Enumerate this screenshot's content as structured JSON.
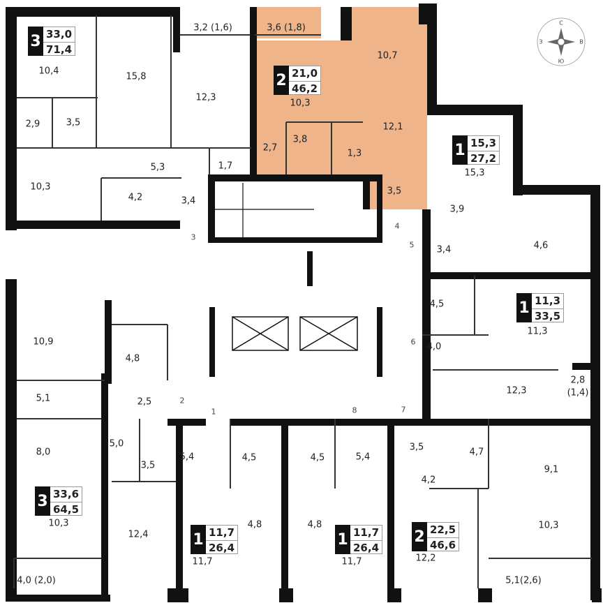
{
  "colors": {
    "highlight": "#f0b48a",
    "wall": "#111111"
  },
  "compass": {
    "icon": "compass-rose-icon",
    "north": "С",
    "east": "В",
    "south": "Ю",
    "west": "З"
  },
  "apartments": [
    {
      "rooms": "3",
      "living": "33,0",
      "total": "71,4"
    },
    {
      "rooms": "2",
      "living": "21,0",
      "total": "46,2",
      "highlighted": true
    },
    {
      "rooms": "1",
      "living": "15,3",
      "total": "27,2"
    },
    {
      "rooms": "1",
      "living": "11,3",
      "total": "33,5"
    },
    {
      "rooms": "3",
      "living": "33,6",
      "total": "64,5"
    },
    {
      "rooms": "1",
      "living": "11,7",
      "total": "26,4"
    },
    {
      "rooms": "1",
      "living": "11,7",
      "total": "26,4"
    },
    {
      "rooms": "2",
      "living": "22,5",
      "total": "46,6"
    }
  ],
  "rooms": [
    "3,2 (1,6)",
    "3,6 (1,8)",
    "10,7",
    "10,4",
    "15,8",
    "12,3",
    "10,3",
    "12,1",
    "2,9",
    "3,5",
    "2,7",
    "3,8",
    "1,3",
    "15,3",
    "5,3",
    "1,7",
    "10,3",
    "4,2",
    "3,4",
    "3,5",
    "3,9",
    "3,4",
    "4,6",
    "4,5",
    "11,3",
    "10,9",
    "4,8",
    "4,0",
    "12,3",
    "2,8",
    "(1,4)",
    "5,1",
    "2,5",
    "8,0",
    "5,0",
    "3,5",
    "5,4",
    "4,5",
    "4,5",
    "5,4",
    "3,5",
    "4,7",
    "9,1",
    "4,2",
    "4,8",
    "4,8",
    "10,3",
    "12,4",
    "10,3",
    "11,7",
    "11,7",
    "12,2",
    "4,0 (2,0)",
    "5,1(2,6)"
  ],
  "doors": [
    "3",
    "4",
    "5",
    "6",
    "2",
    "1",
    "8",
    "7"
  ]
}
